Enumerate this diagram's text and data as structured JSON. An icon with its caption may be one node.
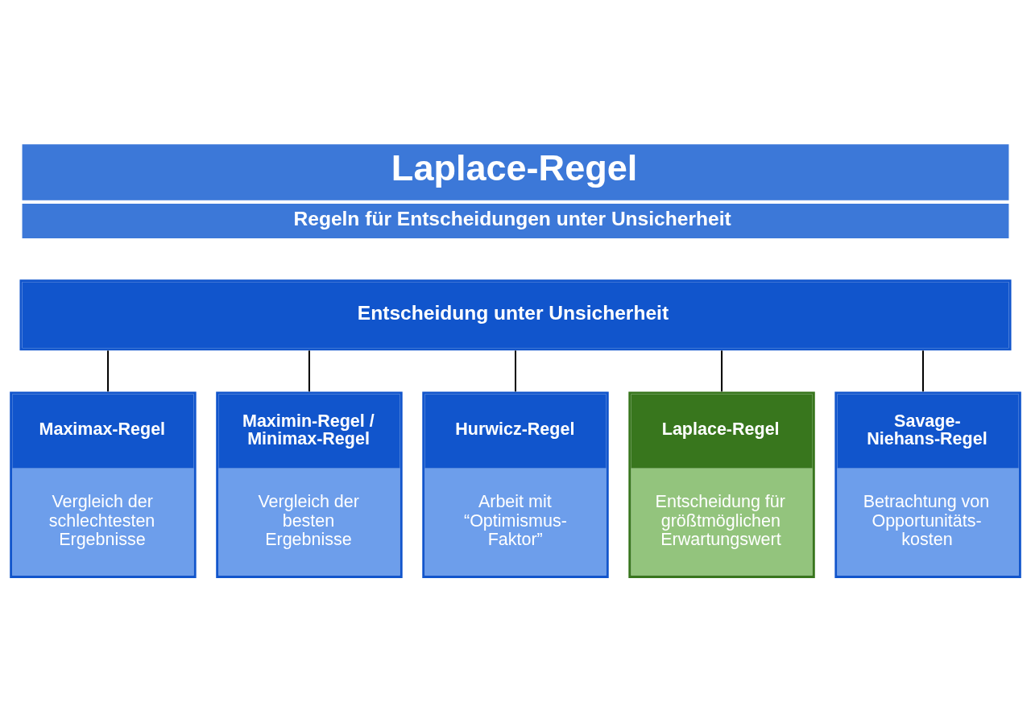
{
  "diagram": {
    "title": "Laplace-Regel",
    "nodes": [
      {
        "text": [
          "Entscheidung unter Unsicherheit"
        ]
      },
      {
        "text": [
          "Maximax-Regel",
          "Vergleich der schlechtesten Ergebnisse"
        ]
      },
      {
        "text": [
          "Maximin-Regel / Minimax-Regel",
          "Vergleich der besten Ergebnisse"
        ]
      },
      {
        "text": [
          "Hurwicz-Regel",
          "Arbeit mit “Optimismus- Faktor”"
        ]
      },
      {
        "text": [
          "Laplace-Regel",
          "Entscheidung für größtmöglichen Erwartungswert"
        ]
      },
      {
        "text": [
          "Savage- Niehans-Regel",
          "Betrachtung von Opportunitäts- kosten"
        ]
      }
    ],
    "edges": [
      {
        "from": 0,
        "to": 1,
        "arrow": "none"
      },
      {
        "from": 0,
        "to": 2,
        "arrow": "none"
      },
      {
        "from": 0,
        "to": 3,
        "arrow": "none"
      },
      {
        "from": 0,
        "to": 4,
        "arrow": "none"
      },
      {
        "from": 0,
        "to": 5,
        "arrow": "none"
      }
    ],
    "labels": [
      "Regeln für Entscheidungen unter Unsicherheit"
    ]
  }
}
